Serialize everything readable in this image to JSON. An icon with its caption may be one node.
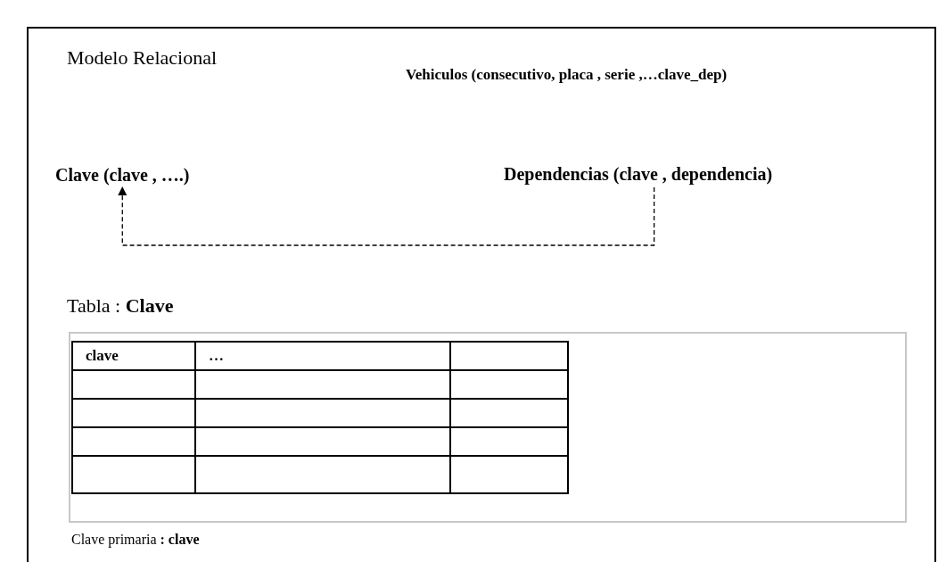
{
  "diagram": {
    "title": "Modelo Relacional",
    "nodes": [
      {
        "text": [
          "Clave (clave , ….)"
        ]
      },
      {
        "text": [
          "Dependencias (clave , dependencia)"
        ]
      }
    ],
    "edges": [
      {
        "from": 1,
        "to": 0,
        "arrow": "to",
        "style": "dashed"
      }
    ],
    "labels": [
      "Vehiculos (consecutivo, placa , serie ,…clave_dep)",
      "Tabla : **Clave**",
      "clave",
      "…",
      "Clave primaria **: clave**"
    ]
  }
}
